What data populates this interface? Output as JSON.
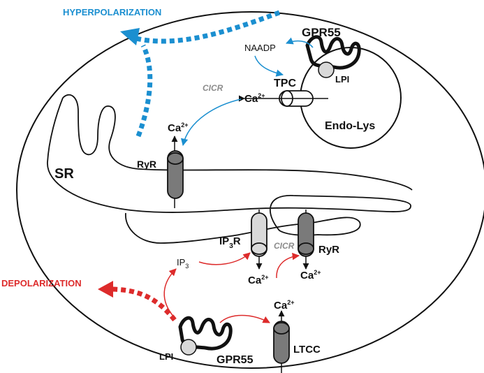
{
  "colors": {
    "hyper": "#1b8fd0",
    "depol": "#dd2b2b",
    "outline": "#111111",
    "channel_dark": "#7a7a7a",
    "channel_light": "#d9d9d9"
  },
  "labels": {
    "hyperpolarization": "HYPERPOLARIZATION",
    "depolarization": "DEPOLARIZATION",
    "gpr55_top": "GPR55",
    "gpr55_bottom": "GPR55",
    "naadp": "NAADP",
    "lpi_top": "LPI",
    "lpi_bottom": "LPI",
    "tpc": "TPC",
    "ca_tpc": "Ca",
    "ca_tpc_sup": "2+",
    "cicr_top": "CICR",
    "cicr_bottom": "CICR",
    "endo_lys": "Endo-Lys",
    "ca_ryr_top": "Ca",
    "ca_ryr_top_sup": "2+",
    "sr": "SR",
    "ryr_top": "RyR",
    "ip3r_main": "IP",
    "ip3r_sub": "3",
    "ip3r_end": "R",
    "ryr_bottom": "RyR",
    "ip3": "IP",
    "ip3_sub": "3",
    "ca_ip3r": "Ca",
    "ca_ip3r_sup": "2+",
    "ca_ryr_bottom": "Ca",
    "ca_ryr_bottom_sup": "2+",
    "ca_ltcc": "Ca",
    "ca_ltcc_sup": "2+",
    "ltcc": "LTCC"
  }
}
